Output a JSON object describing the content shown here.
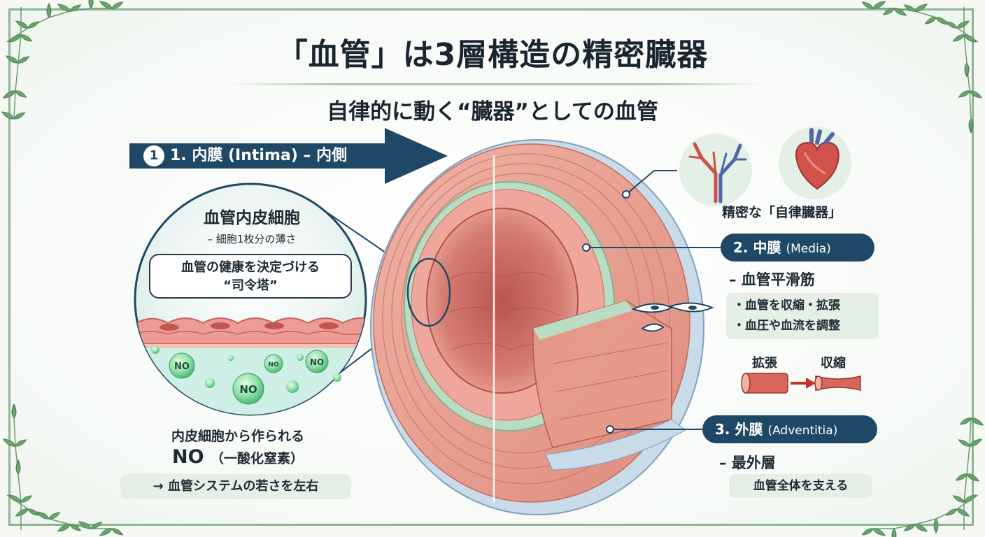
{
  "title": "「血管」は3層構造の精密臓器",
  "subtitle": "自律的に動く“臓器”としての血管",
  "intima": {
    "badge": "1",
    "label": "1. 内膜 (Intima) – 内側",
    "circle_title": "血管内皮細胞",
    "circle_subtitle": "– 細胞1枚分の薄さ",
    "bubble_line1": "血管の健康を決定づける",
    "bubble_line2": "“司令塔”",
    "no_bubble": "NO",
    "made_from": "内皮細胞から作られる",
    "no_main": "NO",
    "no_paren": "（一酸化窒素）",
    "effect": "→ 血管システムの若さを左右"
  },
  "organ_label": "精密な「自律臓器」",
  "media": {
    "label_jp": "2. 中膜",
    "label_en": "(Media)",
    "sub": "– 血管平滑筋",
    "point1": "・血管を収縮・拡張",
    "point2": "・血圧や血流を調整",
    "dilation": "拡張",
    "contraction": "収縮"
  },
  "adventitia": {
    "label_jp": "3. 外膜",
    "label_en": "(Adventitia)",
    "sub": "– 最外層",
    "note": "血管全体を支える"
  },
  "colors": {
    "navy": "#1f4866",
    "vessel_outer": "#e79a8a",
    "vessel_inner": "#c9605a",
    "elastic_band": "#b9dcc3",
    "no_bubble": "#5ed08a",
    "leaf": "#5f9a62",
    "pill_bg": "#e6efe6"
  },
  "icons": [
    "vessel-tree-icon",
    "heart-icon",
    "vessel-dilation-icon",
    "vessel-contraction-icon",
    "smooth-muscle-cell-icon",
    "leaf-vine-decoration"
  ]
}
